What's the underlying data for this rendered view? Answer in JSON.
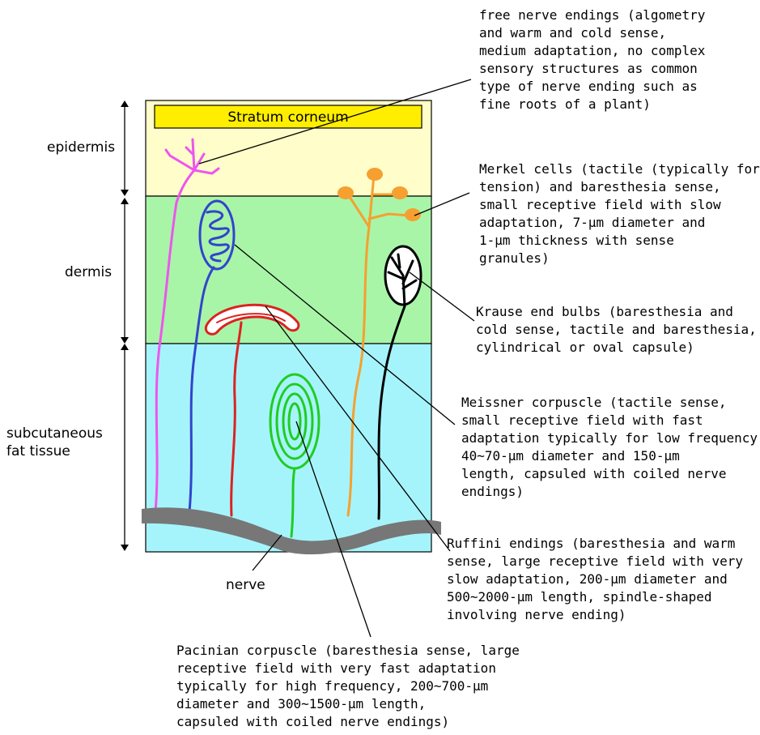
{
  "layers": {
    "stratum_corneum": "Stratum corneum",
    "epidermis": "epidermis",
    "dermis": "dermis",
    "subcutaneous": "subcutaneous\nfat tissue",
    "nerve": "nerve"
  },
  "colors": {
    "epidermis_fill": "#fffdc9",
    "dermis_fill": "#a8f5a8",
    "subcutaneous_fill": "#a6f4fb",
    "stratum_corneum_fill": "#ffee00",
    "nerve_band": "#777777",
    "free_nerve": "#ee55ee",
    "meissner": "#3344cc",
    "ruffini": "#dd2222",
    "pacinian": "#22cc22",
    "merkel": "#f5a030",
    "krause": "#000000"
  },
  "callouts": {
    "free_nerve_endings": "free nerve endings (algometry\nand warm and cold sense,\nmedium adaptation, no complex\nsensory structures as common\ntype of nerve ending such as\nfine roots of a plant)",
    "merkel_cells": "Merkel cells (tactile (typically for\ntension) and baresthesia sense,\nsmall receptive field with slow\nadaptation, 7-μm diameter and\n1-μm thickness with sense\ngranules)",
    "krause_end_bulbs": "Krause end bulbs (baresthesia and\ncold sense, tactile and baresthesia,\ncylindrical or oval capsule)",
    "meissner_corpuscle": "Meissner corpuscle (tactile sense,\nsmall receptive field with fast\nadaptation typically for low frequency,\n40~70-μm diameter and 150-μm\nlength, capsuled with coiled nerve\nendings)",
    "ruffini_endings": "Ruffini endings (baresthesia and warm\nsense, large receptive field with very\nslow adaptation, 200-μm diameter and\n500~2000-μm length, spindle-shaped\ninvolving nerve ending)",
    "pacinian_corpuscle": "Pacinian corpuscle (baresthesia sense, large\nreceptive field with very fast adaptation\ntypically for high frequency, 200~700-μm\ndiameter and 300~1500-μm length,\ncapsuled with coiled nerve endings)"
  }
}
